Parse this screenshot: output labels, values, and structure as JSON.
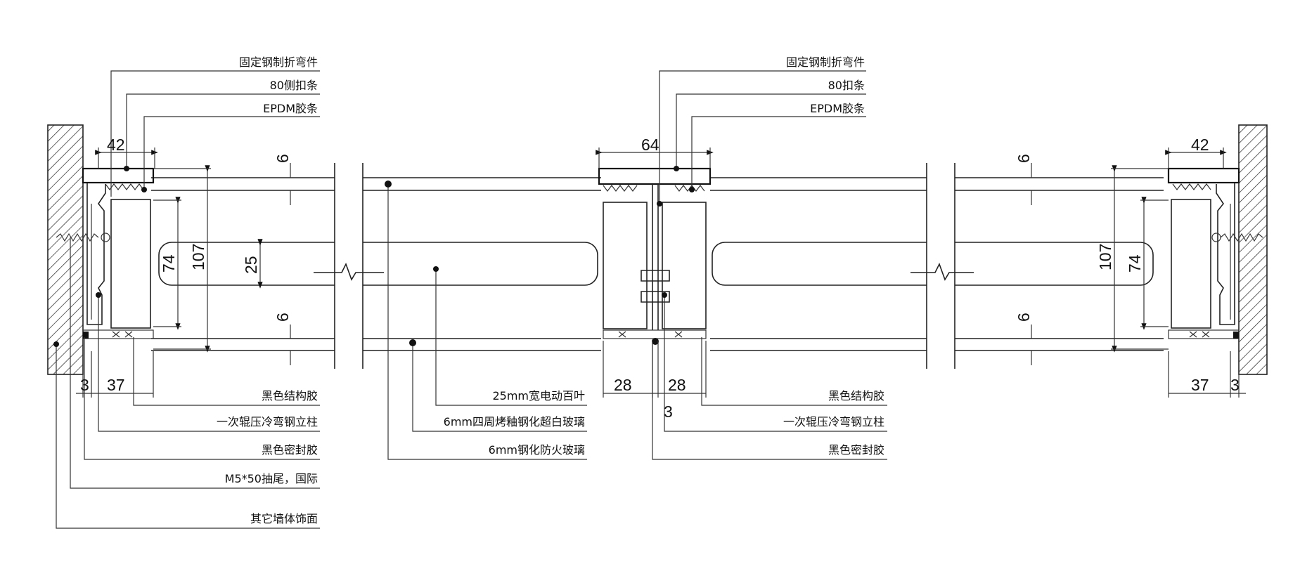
{
  "callouts_top_left": [
    "固定钢制折弯件",
    "80侧扣条",
    "EPDM胶条"
  ],
  "callouts_top_middle": [
    "固定钢制折弯件",
    "80扣条",
    "EPDM胶条"
  ],
  "callouts_bottom_left": [
    "黑色结构胶",
    "一次辊压冷弯钢立柱",
    "黑色密封胶",
    "M5*50抽尾，国际",
    "其它墙体饰面"
  ],
  "callouts_bottom_middle": [
    "25mm宽电动百叶",
    "6mm四周烤釉钢化超白玻璃",
    "6mm钢化防火玻璃"
  ],
  "callouts_bottom_right": [
    "黑色结构胶",
    "一次辊压冷弯钢立柱",
    "黑色密封胶"
  ],
  "dimensions": {
    "left_width": "42",
    "left_depth": "107",
    "left_inner": "74",
    "left_bottom_a": "3",
    "left_bottom_b": "37",
    "middle_width": "64",
    "middle_bottom_a": "28",
    "middle_bottom_b": "28",
    "middle_bottom_c": "3",
    "right_width": "42",
    "right_depth": "107",
    "right_inner": "74",
    "right_bottom_a": "37",
    "right_bottom_b": "3",
    "glass_top": "6",
    "glass_bottom": "6",
    "louver": "25",
    "glass_top_right": "6",
    "glass_bottom_right": "6"
  },
  "colors": {
    "line": "#222222",
    "background": "#ffffff"
  }
}
